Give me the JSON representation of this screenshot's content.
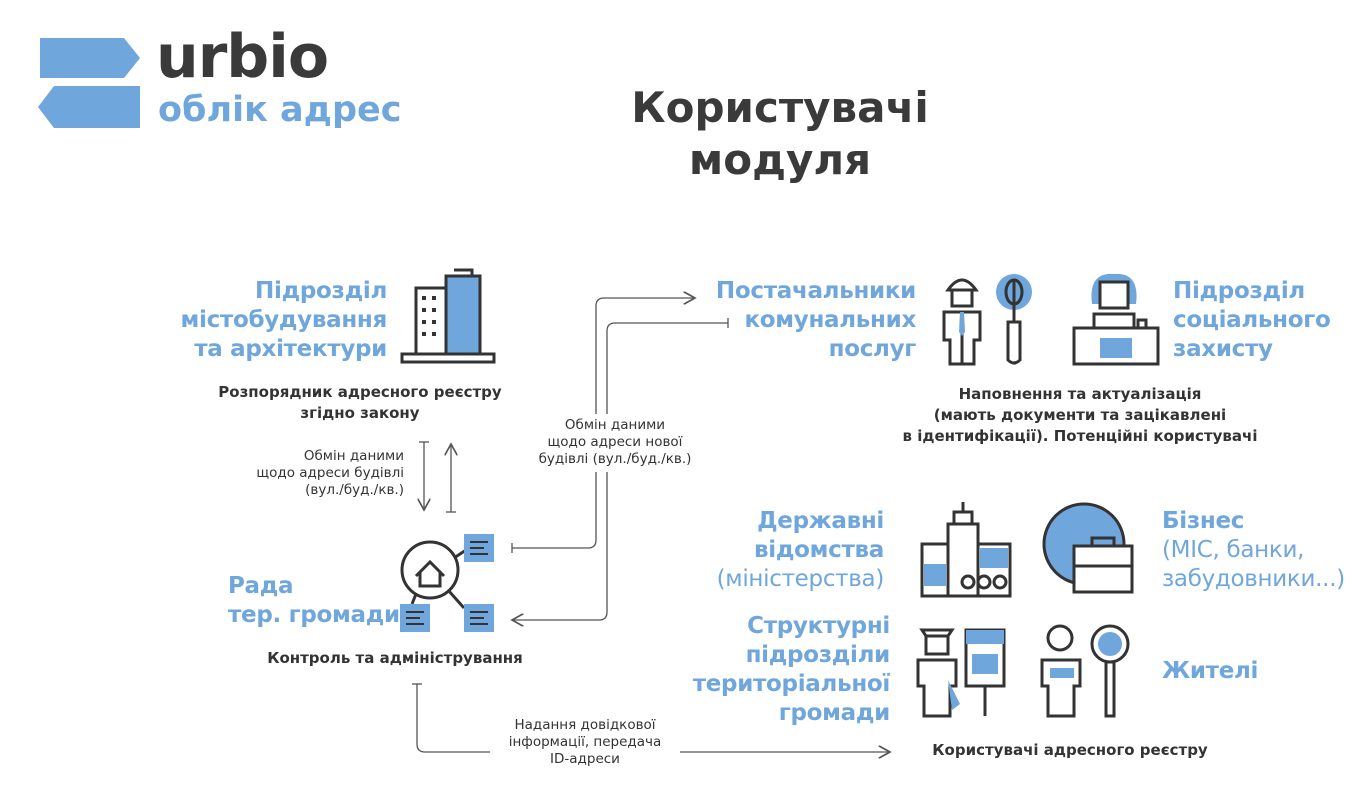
{
  "logo": {
    "name": "urbio",
    "subtitle": "облік адрес"
  },
  "title": "Користувачі модуля",
  "colors": {
    "accent": "#6fa6dc",
    "text": "#3a3a3a"
  },
  "nodes": {
    "urban": {
      "lines": [
        "Підрозділ",
        "містобудування",
        "та архітектури"
      ],
      "caption": [
        "Розпорядник адресного реєстру",
        "згідно закону"
      ]
    },
    "council": {
      "lines": [
        "Рада",
        "тер. громади"
      ],
      "caption": "Контроль та адміністрування"
    },
    "utilities": {
      "lines": [
        "Постачальники",
        "комунальних",
        "послуг"
      ]
    },
    "social": {
      "lines": [
        "Підрозділ",
        "соціального",
        "захисту"
      ]
    },
    "potential_caption": [
      "Наповнення та актуалізація",
      "(мають документи та зацікавлені",
      "в ідентифікації). Потенційні користувачі"
    ],
    "gov": {
      "lines": [
        "Державні",
        "відомства"
      ],
      "sub": "(міністерства)"
    },
    "business": {
      "title": "Бізнес",
      "sub": [
        "(МІС, банки,",
        "забудовники...)"
      ]
    },
    "structural": {
      "lines": [
        "Структурні",
        "підрозділи",
        "територіальної",
        "громади"
      ]
    },
    "residents": {
      "title": "Жителі"
    },
    "users_caption": "Користувачі адресного реєстру"
  },
  "edges": {
    "building_exchange": [
      "Обмін даними",
      "щодо адреси будівлі",
      "(вул./буд./кв.)"
    ],
    "new_building_exchange": [
      "Обмін даними",
      "щодо адреси нової",
      "будівлі (вул./буд./кв.)"
    ],
    "reference_info": [
      "Надання довідкової",
      "інформації, передача",
      "ID-адреси"
    ]
  }
}
